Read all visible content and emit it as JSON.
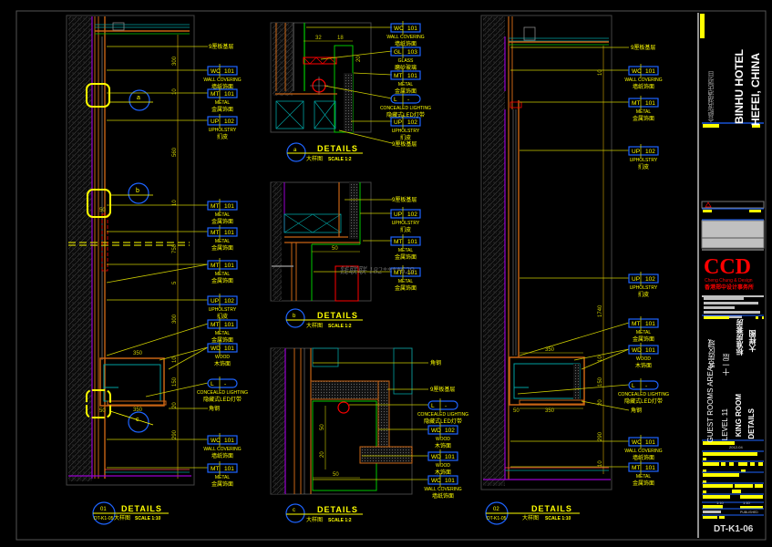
{
  "drawing": {
    "sheet_number": "DT-K1-06",
    "watermark": "钱联联 182****629"
  },
  "title_block": {
    "project_cn": "合肥滨湖酒店项目",
    "project_name_line1": "BINHU HOTEL",
    "project_name_line2": "HEFEI, CHINA",
    "firm_logo": "CCD",
    "firm_name_en": "Cheng Chung & Design",
    "firm_name_cn": "香港郑中设计事务所",
    "area_cn": "客房区域",
    "area_en": "GUEST ROOMS AREA",
    "level_en": "LEVEL 11",
    "level_cn": "十一层",
    "room_en": "KING ROOM",
    "room_cn": "标准房套房",
    "sheet_title_en": "DETAILS",
    "sheet_title_cn": "大样图",
    "date_code": "2012-04",
    "scale_label": "1:10",
    "status": "PUBLISHED"
  },
  "details": [
    {
      "id": "01",
      "ref": "DT-K1-05",
      "title": "DETAILS",
      "subtitle_cn": "大样图",
      "scale": "SCALE 1:10"
    },
    {
      "id": "a",
      "title": "DETAILS",
      "subtitle_cn": "大样图",
      "scale": "SCALE 1:2"
    },
    {
      "id": "b",
      "title": "DETAILS",
      "subtitle_cn": "大样图",
      "scale": "SCALE 1:2"
    },
    {
      "id": "c",
      "title": "DETAILS",
      "subtitle_cn": "大样图",
      "scale": "SCALE 1:2"
    },
    {
      "id": "02",
      "ref": "DT-K1-05",
      "title": "DETAILS",
      "subtitle_cn": "大样图",
      "scale": "SCALE 1:10"
    }
  ],
  "tags": {
    "wc101": {
      "code": "WC",
      "num": "101",
      "en": "WALL COVERING",
      "cn": "墙纸饰面"
    },
    "mt101": {
      "code": "MT",
      "num": "101",
      "en": "METAL",
      "cn": "金属饰面"
    },
    "up102": {
      "code": "UP",
      "num": "102",
      "en": "UPHOLSTRY",
      "cn": "扪皮"
    },
    "wd101": {
      "code": "WD",
      "num": "101",
      "en": "WOOD",
      "cn": "木饰面"
    },
    "wd102": {
      "code": "WD",
      "num": "102",
      "en": "WOOD",
      "cn": "木饰面"
    },
    "gl103": {
      "code": "GL",
      "num": "103",
      "en": "GLASS",
      "cn": "磨砂玻璃"
    },
    "l": {
      "code": "L",
      "num": "-",
      "en": "CONCEALED LIGHTING",
      "cn": "隐藏式LED灯带"
    }
  },
  "notes": {
    "plywood": "9厘板基层",
    "angle_steel": "角钢"
  },
  "dimensions": {
    "d01": [
      "300",
      "10",
      "560",
      "10",
      "750",
      "5",
      "300",
      "350",
      "10",
      "150",
      "20",
      "10",
      "350",
      "50",
      "50",
      "290"
    ],
    "da": [
      "32",
      "18",
      "20"
    ],
    "db": [
      "50"
    ],
    "dc": [
      "50",
      "20",
      "50"
    ],
    "d02": [
      "10",
      "1740",
      "350",
      "10",
      "15",
      "150",
      "20",
      "50",
      "350",
      "290",
      "10"
    ]
  },
  "callouts": [
    "a",
    "b",
    "c"
  ],
  "colors": {
    "background": "#000000",
    "annotation": "#ffff00",
    "tag_border": "#1e64ff",
    "finish_line": "#c86414",
    "wall": "#9a00d0",
    "cabinet": "#00a0a0",
    "glass": "#00c800",
    "light": "#ff0000",
    "logo": "#ff0000",
    "border": "#c0c0c0"
  }
}
